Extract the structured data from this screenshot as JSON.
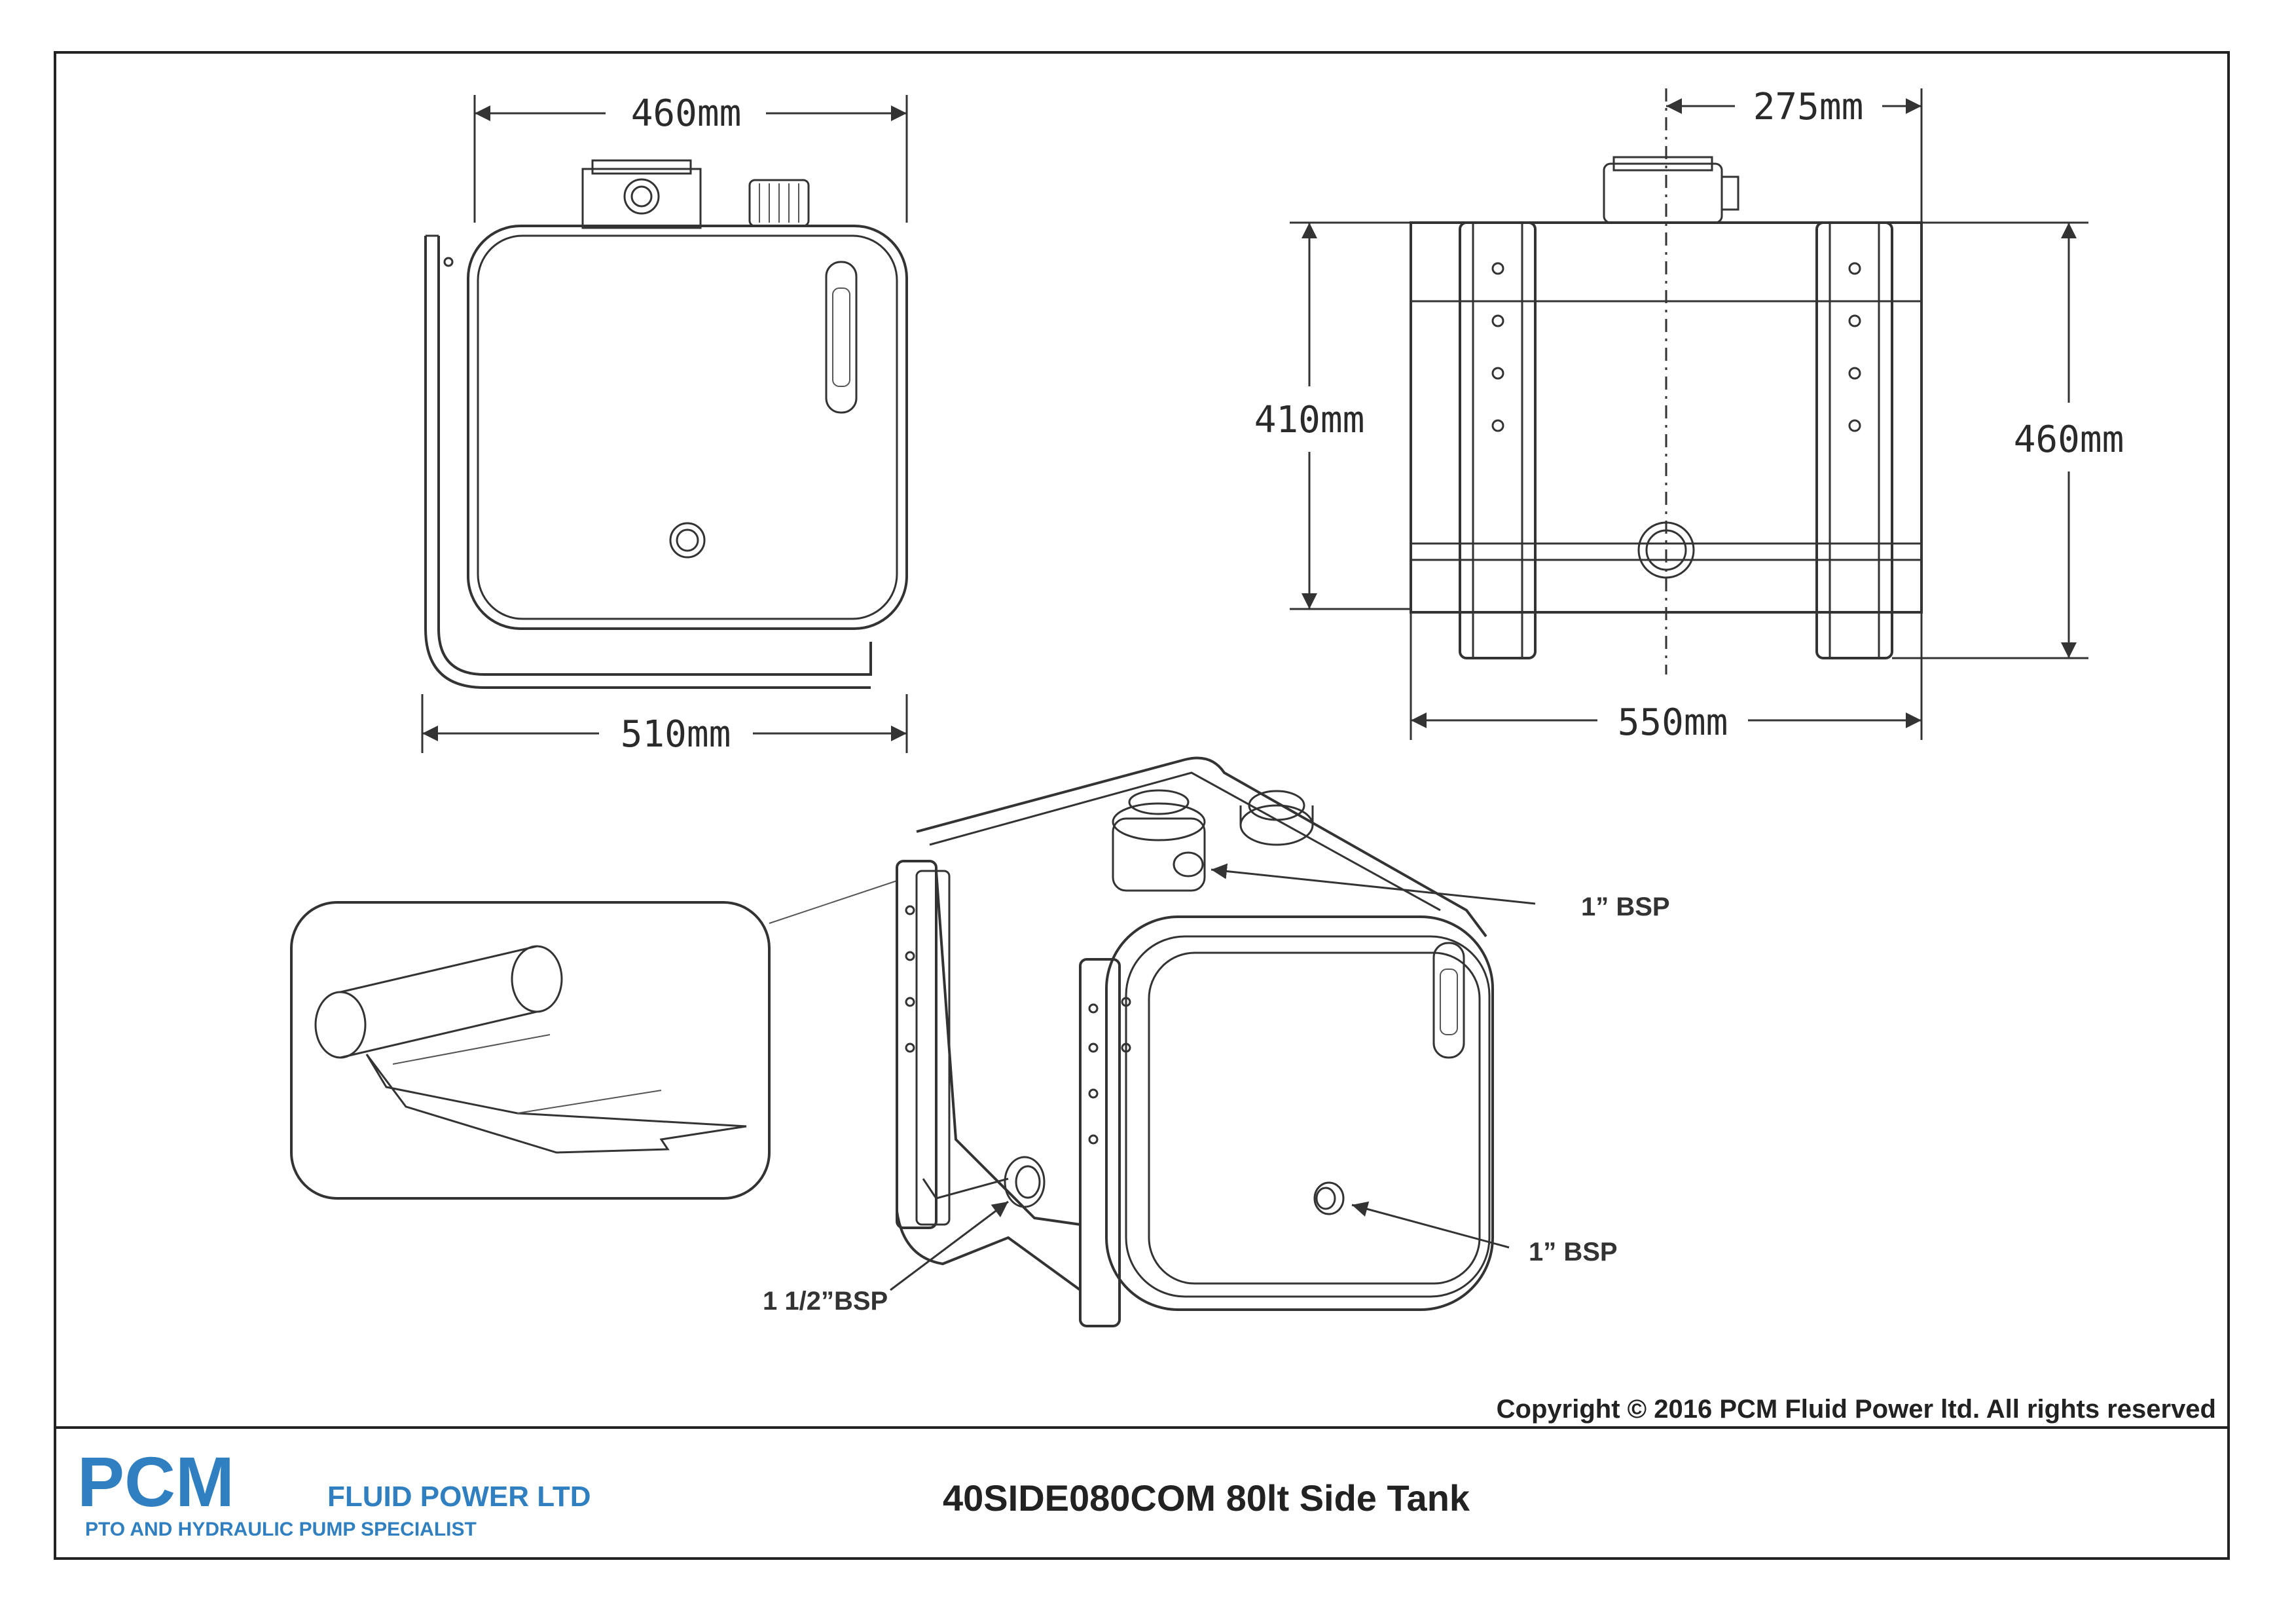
{
  "drawing": {
    "front_view": {
      "width_top": "460mm",
      "width_base": "510mm"
    },
    "side_view": {
      "offset": "275mm",
      "height_tank": "410mm",
      "height_overall": "460mm",
      "length": "550mm"
    },
    "iso_view": {
      "port_top": "1” BSP",
      "port_front": "1” BSP",
      "port_side": "1 1/2”BSP"
    }
  },
  "footer": {
    "copyright": "Copyright © 2016 PCM Fluid Power ltd. All rights reserved",
    "logo_big": "PCM",
    "logo_company": "FLUID POWER LTD",
    "logo_tagline": "PTO AND HYDRAULIC PUMP SPECIALIST",
    "title": "40SIDE080COM 80lt Side Tank"
  },
  "colors": {
    "brand": "#2f7fc1",
    "line": "#333333"
  }
}
